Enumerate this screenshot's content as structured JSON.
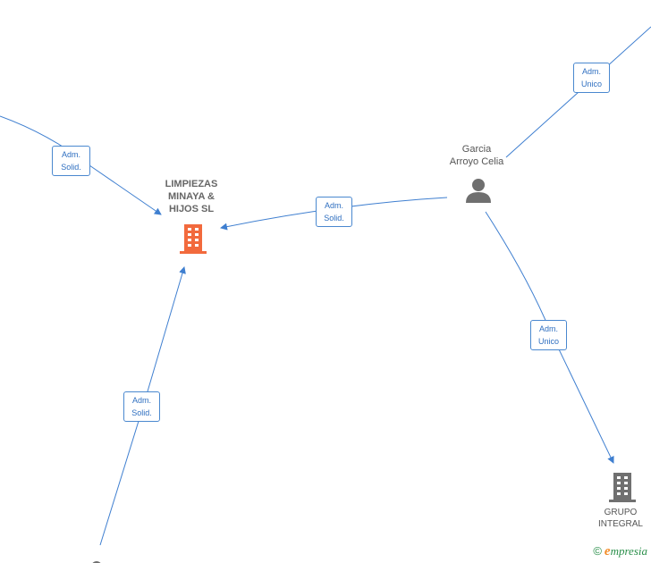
{
  "nodes": {
    "main_company": {
      "lines": [
        "LIMPIEZAS",
        "MINAYA &",
        "HIJOS  SL"
      ],
      "color": "#f26a3d"
    },
    "person": {
      "lines": [
        "Garcia",
        "Arroyo Celia"
      ],
      "color": "#6f6f6f"
    },
    "grupo": {
      "lines": [
        "GRUPO",
        "INTEGRAL"
      ],
      "color": "#707070"
    }
  },
  "edges": [
    {
      "from": "offscreen-left",
      "to": "main_company",
      "role": [
        "Adm.",
        "Solid."
      ]
    },
    {
      "from": "person",
      "to": "main_company",
      "role": [
        "Adm.",
        "Solid."
      ]
    },
    {
      "from": "person",
      "to": "offscreen-top-right",
      "role": [
        "Adm.",
        "Unico"
      ]
    },
    {
      "from": "person",
      "to": "grupo",
      "role": [
        "Adm.",
        "Unico"
      ]
    },
    {
      "from": "offscreen-bottom",
      "to": "main_company",
      "role": [
        "Adm.",
        "Solid."
      ]
    }
  ],
  "colors": {
    "edge": "#3f7fd0",
    "label_text": "#2f6fc0"
  },
  "brand": {
    "copyright": "©",
    "initial": "e",
    "rest": "mpresia"
  }
}
